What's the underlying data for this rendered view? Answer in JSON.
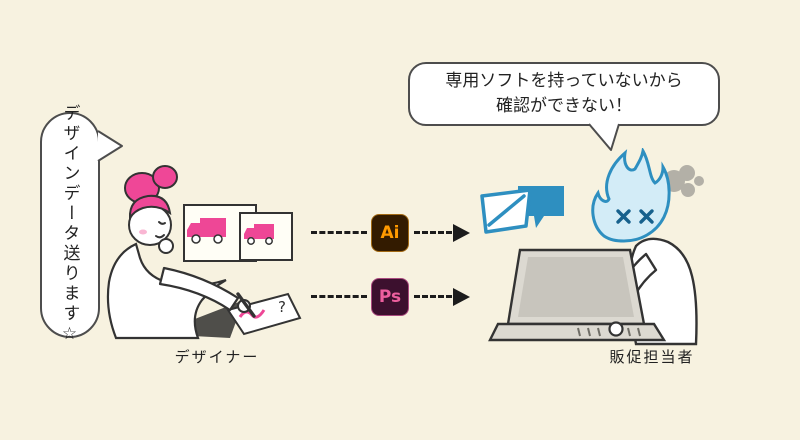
{
  "scene": {
    "background_color": "#f7f2e0",
    "description": "Designer sends Ai/Ps design data to a sales promotion person who cannot open it"
  },
  "left_bubble": {
    "text": "デザインデータ送ります☆"
  },
  "right_bubble": {
    "line1": "専用ソフトを持っていないから",
    "line2": "確認ができない！"
  },
  "labels": {
    "designer": "デザイナー",
    "recipient": "販促担当者"
  },
  "apps": {
    "illustrator": {
      "name": "Adobe Illustrator",
      "abbr": "Ai",
      "bg": "#331b00",
      "fg": "#ff9a00"
    },
    "photoshop": {
      "name": "Adobe Photoshop",
      "abbr": "Ps",
      "bg": "#3c102e",
      "fg": "#ec5f9e"
    }
  },
  "colors": {
    "outline": "#333333",
    "accent_pink": "#ee4796",
    "accent_blue": "#2e8fc0",
    "smoke_gray": "#b3b0a7",
    "arrow_black": "#1c1c1c"
  }
}
